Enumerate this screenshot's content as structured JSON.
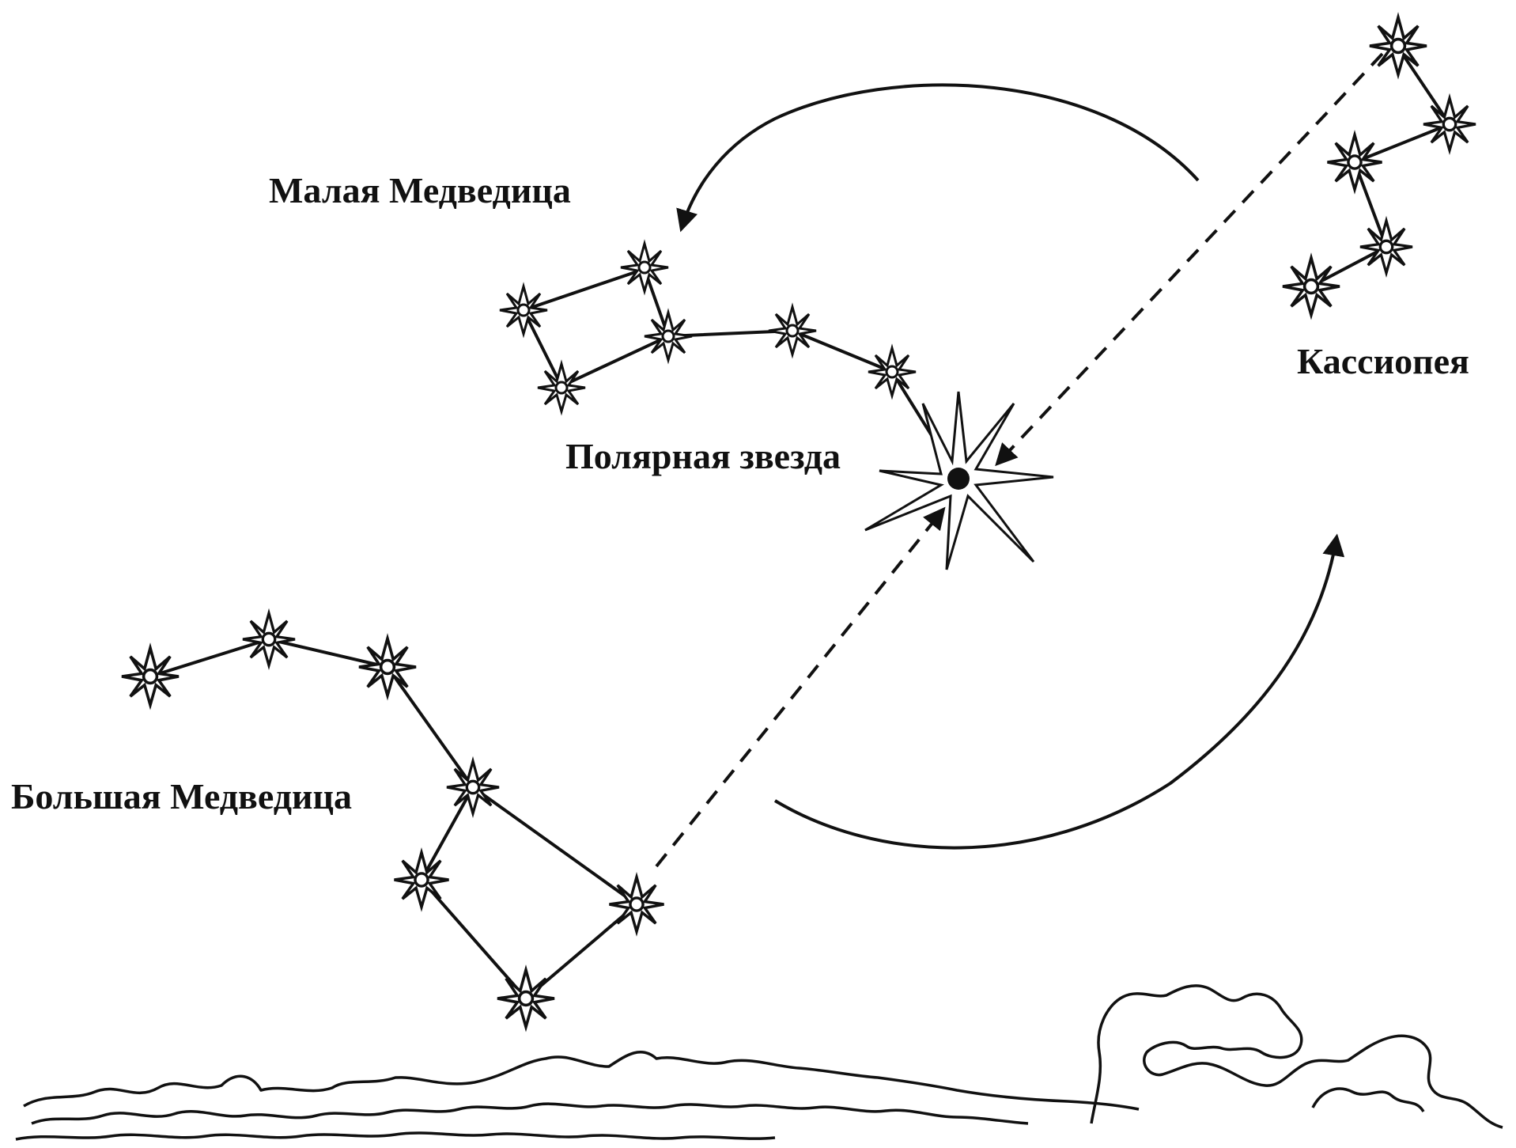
{
  "labels": {
    "ursa_minor": "Малая Медведица",
    "ursa_major": "Большая Медведица",
    "polaris": "Полярная звезда",
    "cassiopeia": "Кассиопея"
  },
  "colors": {
    "ink": "#111111",
    "background": "#ffffff"
  }
}
